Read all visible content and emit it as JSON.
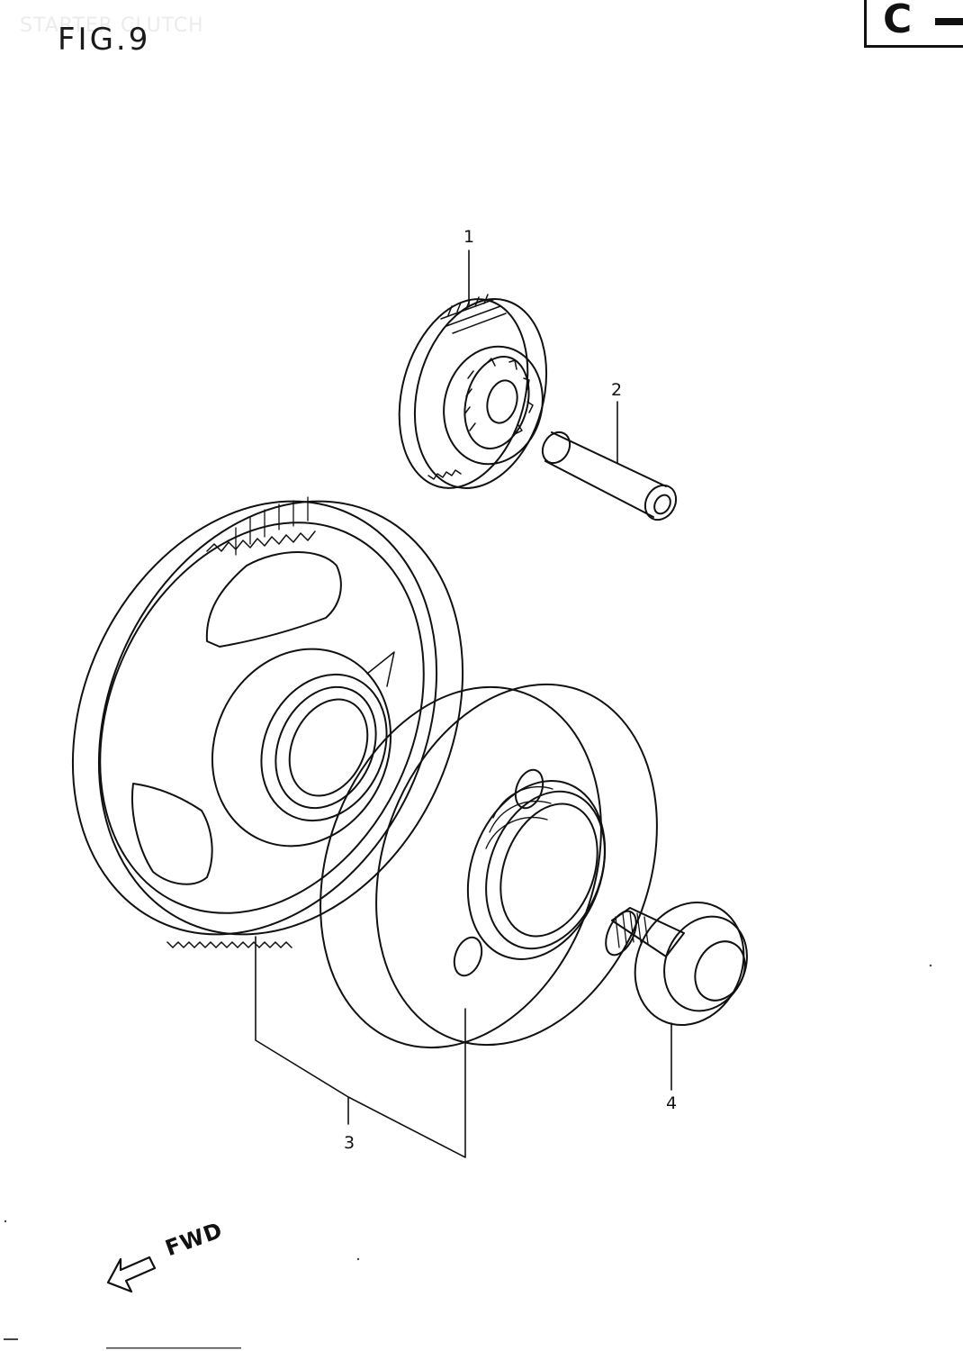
{
  "header": {
    "ghost_title": "STARTER CLUTCH",
    "figure_label": "FIG.9",
    "section_tag": "C"
  },
  "callouts": [
    {
      "id": "1",
      "label": "1"
    },
    {
      "id": "2",
      "label": "2"
    },
    {
      "id": "3",
      "label": "3"
    },
    {
      "id": "4",
      "label": "4"
    }
  ],
  "direction": {
    "label": "FWD"
  },
  "colors": {
    "ink": "#111111",
    "paper": "#ffffff"
  }
}
